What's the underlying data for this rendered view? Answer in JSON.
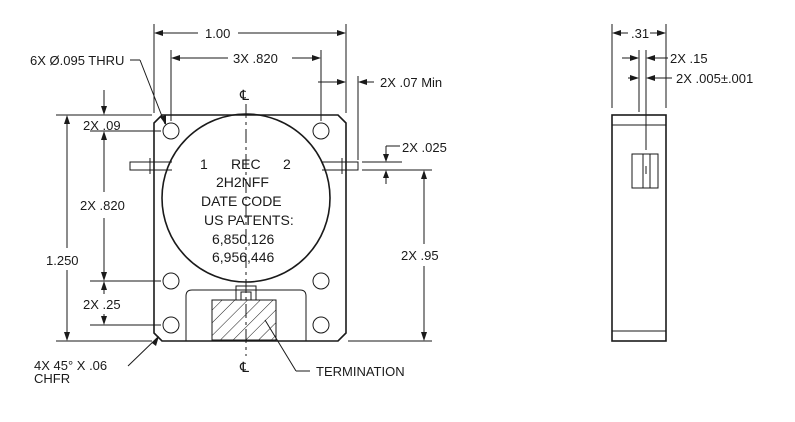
{
  "front_view": {
    "dim_top_overall": "1.00",
    "dim_hole_spacing": "3X .820",
    "dim_tab_min": "2X .07 Min",
    "dim_tab_thickness": "2X .025",
    "dim_hole_offset": "2X .09",
    "dim_hole_vertical": "2X .820",
    "dim_height": "1.250",
    "dim_lower_offset": "2X .25",
    "dim_tab_height": "2X .95",
    "hole_callout": "6X Ø.095 THRU",
    "chamfer_line1": "4X 45° X .06",
    "chamfer_line2": "CHFR",
    "termination_label": "TERMINATION",
    "centerline_symbol": "℄",
    "label_port1": "1",
    "label_rec": "REC",
    "label_port2": "2",
    "label_model": "2H2NFF",
    "label_date_code": "DATE CODE",
    "label_patents": "US PATENTS:",
    "label_patent1": "6,850,126",
    "label_patent2": "6,956,446"
  },
  "side_view": {
    "dim_width": ".31",
    "dim_offset": "2X .15",
    "dim_tolerance": "2X .005±.001"
  }
}
